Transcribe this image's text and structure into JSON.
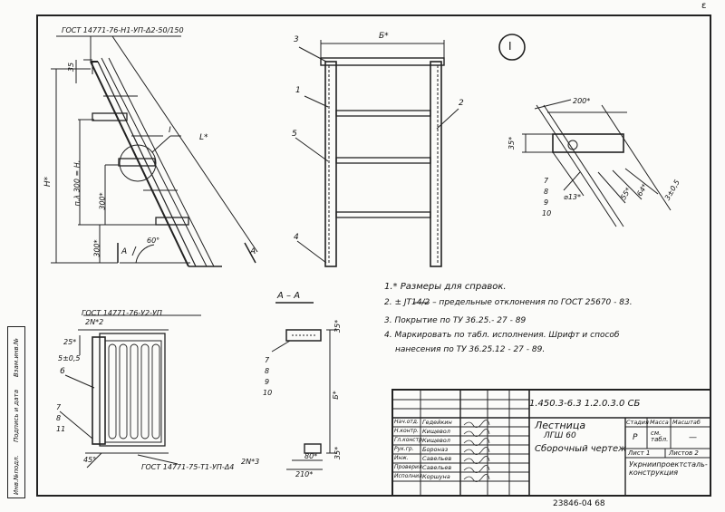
{
  "corner_mark": "ε",
  "gost_top": "ГОСТ 14771-76-Н1-УП-Δ2-50/150",
  "gost_mid": "ГОСТ 14771-76-У2-УП",
  "gost_bottom": "ГОСТ 14771-75-Т1-УП-Δ4",
  "view_label": "I",
  "section_label": "А – А",
  "side_view": {
    "dim_35": "35",
    "dim_h": "H*",
    "dim_n300": "п.λ 300 = H,",
    "dim_300a": "300*",
    "dim_300b": "300*",
    "dim_l": "L*",
    "angle": "60°",
    "mark_a1": "А",
    "mark_a2": "А",
    "callout": "I"
  },
  "front_view": {
    "dim_b": "Б*",
    "pos_3": "3",
    "pos_1": "1",
    "pos_5": "5",
    "pos_4": "4",
    "pos_2": "2"
  },
  "detail_i": {
    "dim_200": "200*",
    "dim_35": "35*",
    "dim_55": "55*",
    "dim_64": "64*",
    "dim_3": "3±0,5",
    "dim_13": "⌀13*",
    "pos": [
      "7",
      "8",
      "9",
      "10"
    ]
  },
  "plan_view": {
    "dim_25": "25*",
    "dim_5": "5±0,5",
    "dim_2n2": "2N*2",
    "dim_2n3": "2N*3",
    "dim_45": "45°",
    "pos_6": "6",
    "pos": [
      "7",
      "8",
      "11"
    ]
  },
  "section_view": {
    "dim_35": "35*",
    "dim_b": "Б*",
    "dim_35b": "35*",
    "dim_80": "80*",
    "dim_210": "210*",
    "pos": [
      "7",
      "8",
      "9",
      "10"
    ]
  },
  "notes": [
    "1.* Размеры для справок.",
    "2. ± JT14/2 – предельные отклонения по ГОСТ 25670 - 83.",
    "3. Покрытие  по  ТУ 36.25.- 27 - 89",
    "4. Маркировать по табл. исполнения. Шрифт и способ",
    "нанесения  по  ТУ 36.25.12 - 27 - 89."
  ],
  "title_block": {
    "doc_code": "1.450.3-6.3    1.2.0.3.0 СБ",
    "title_1": "Лестница",
    "title_2": "ЛГШ 60",
    "title_3": "Сборочный чертеж",
    "col_stage": "Стадия",
    "col_mass": "Масса",
    "col_scale": "Масштаб",
    "stage": "Р",
    "mass": "см. табл.",
    "scale": "—",
    "sheet": "Лист 1",
    "sheets": "Листов 2",
    "org": "Укрниипроектсталь- конструкция",
    "roles": [
      "Нач.отд.",
      "Н.контр.",
      "Гл.констр.",
      "Рук.гр.",
      "Инж.",
      "Проверил",
      "Исполнил"
    ],
    "names": [
      "Гедейкин",
      "Кищевол",
      "Кищевол",
      "Бороназ",
      "Савельев",
      "Савельев",
      "Коршуна"
    ]
  },
  "sidebar_labels": [
    "Инв.№подл.",
    "Подпись и дата",
    "Взам.инв.№"
  ],
  "footer": "23846-04   68"
}
